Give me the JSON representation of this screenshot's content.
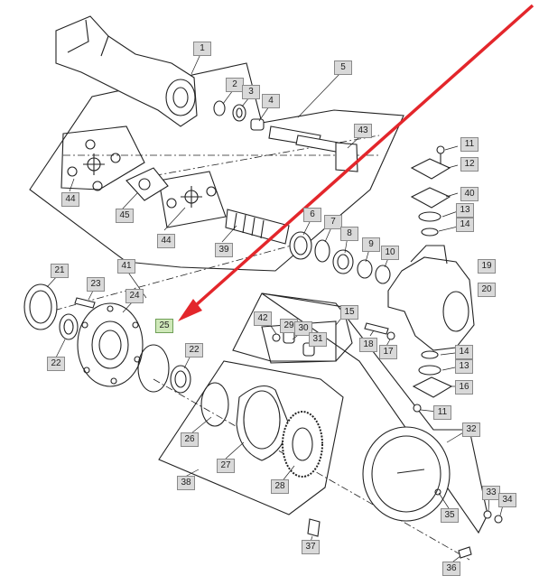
{
  "diagram": {
    "callouts": [
      {
        "id": "c1",
        "label": "1"
      },
      {
        "id": "c2",
        "label": "2"
      },
      {
        "id": "c3",
        "label": "3"
      },
      {
        "id": "c4",
        "label": "4"
      },
      {
        "id": "c5",
        "label": "5"
      },
      {
        "id": "c43",
        "label": "43"
      },
      {
        "id": "c44a",
        "label": "44"
      },
      {
        "id": "c45",
        "label": "45"
      },
      {
        "id": "c44b",
        "label": "44"
      },
      {
        "id": "c39",
        "label": "39"
      },
      {
        "id": "c6",
        "label": "6"
      },
      {
        "id": "c7",
        "label": "7"
      },
      {
        "id": "c8",
        "label": "8"
      },
      {
        "id": "c9",
        "label": "9"
      },
      {
        "id": "c10",
        "label": "10"
      },
      {
        "id": "c11a",
        "label": "11"
      },
      {
        "id": "c12",
        "label": "12"
      },
      {
        "id": "c40",
        "label": "40"
      },
      {
        "id": "c13a",
        "label": "13"
      },
      {
        "id": "c14a",
        "label": "14"
      },
      {
        "id": "c19",
        "label": "19"
      },
      {
        "id": "c20",
        "label": "20"
      },
      {
        "id": "c21",
        "label": "21"
      },
      {
        "id": "c41",
        "label": "41"
      },
      {
        "id": "c23",
        "label": "23"
      },
      {
        "id": "c24",
        "label": "24"
      },
      {
        "id": "c25",
        "label": "25",
        "highlight": true
      },
      {
        "id": "c22a",
        "label": "22"
      },
      {
        "id": "c22b",
        "label": "22"
      },
      {
        "id": "c42",
        "label": "42"
      },
      {
        "id": "c29",
        "label": "29"
      },
      {
        "id": "c30",
        "label": "30"
      },
      {
        "id": "c31",
        "label": "31"
      },
      {
        "id": "c15",
        "label": "15"
      },
      {
        "id": "c18",
        "label": "18"
      },
      {
        "id": "c17",
        "label": "17"
      },
      {
        "id": "c14b",
        "label": "14"
      },
      {
        "id": "c13b",
        "label": "13"
      },
      {
        "id": "c16",
        "label": "16"
      },
      {
        "id": "c11b",
        "label": "11"
      },
      {
        "id": "c26",
        "label": "26"
      },
      {
        "id": "c27",
        "label": "27"
      },
      {
        "id": "c28",
        "label": "28"
      },
      {
        "id": "c38",
        "label": "38"
      },
      {
        "id": "c32",
        "label": "32"
      },
      {
        "id": "c33",
        "label": "33"
      },
      {
        "id": "c34",
        "label": "34"
      },
      {
        "id": "c35",
        "label": "35"
      },
      {
        "id": "c37",
        "label": "37"
      },
      {
        "id": "c36",
        "label": "36"
      }
    ],
    "colors": {
      "line": "#222222",
      "callout_fill": "#d9d9d9",
      "highlight_fill": "#cfe8b9",
      "arrow": "#e3262b"
    }
  }
}
